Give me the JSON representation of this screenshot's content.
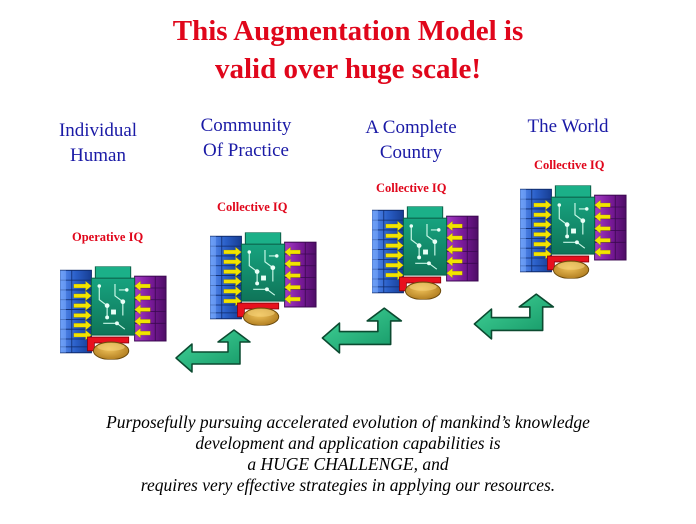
{
  "title": {
    "line1": "This Augmentation Model is",
    "line2": "valid over huge scale!"
  },
  "scales": [
    {
      "line1": "Individual",
      "line2": "Human",
      "iq_label": "Operative IQ"
    },
    {
      "line1": "Community",
      "line2": "Of Practice",
      "iq_label": "Collective IQ"
    },
    {
      "line1": "A Complete",
      "line2": "Country",
      "iq_label": "Collective IQ"
    },
    {
      "line1": "The World",
      "line2": "",
      "iq_label": "Collective IQ"
    }
  ],
  "footer": {
    "line1": "Purposefully pursuing accelerated evolution of mankind’s knowledge",
    "line2": "development and application capabilities is",
    "line3": "a HUGE CHALLENGE, and",
    "line4": "requires very effective strategies in applying our resources."
  },
  "colors": {
    "title": "#e0061b",
    "scale_label": "#1a1aa6",
    "human_system": "#2a5fc8",
    "tool_system": "#7a1a9a",
    "circuit_board": "#159a78",
    "arrow_fill": "#22b37c"
  }
}
